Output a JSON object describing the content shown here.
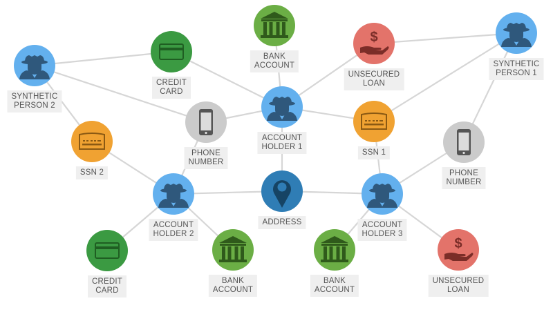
{
  "colors": {
    "edge": "#d6d6d6",
    "person": {
      "fill": "#63b0ee",
      "icon": "#2f587c"
    },
    "address": {
      "fill": "#2f7db5",
      "icon": "#164464"
    },
    "credit_card": {
      "fill": "#3b9a42",
      "icon": "#1f5e22"
    },
    "bank": {
      "fill": "#6bae45",
      "icon": "#2f5a1b"
    },
    "loan": {
      "fill": "#e3736a",
      "icon": "#7b2d28"
    },
    "ssn": {
      "fill": "#f0a232",
      "icon": "#8a5913"
    },
    "phone": {
      "fill": "#cbcbcb",
      "icon": "#555555"
    }
  },
  "nodes": [
    {
      "id": "sp2",
      "type": "person",
      "icon": "spy-icon",
      "label": "SYNTHETIC\nPERSON 2"
    },
    {
      "id": "cc1",
      "type": "credit_card",
      "icon": "credit-card-icon",
      "label": "CREDIT\nCARD"
    },
    {
      "id": "bank1",
      "type": "bank",
      "icon": "bank-icon",
      "label": "BANK\nACCOUNT"
    },
    {
      "id": "loan1",
      "type": "loan",
      "icon": "loan-icon",
      "label": "UNSECURED\nLOAN"
    },
    {
      "id": "sp1",
      "type": "person",
      "icon": "spy-icon",
      "label": "SYNTHETIC\nPERSON 1"
    },
    {
      "id": "phone1",
      "type": "phone",
      "icon": "phone-icon",
      "label": "PHONE\nNUMBER"
    },
    {
      "id": "ah1",
      "type": "person",
      "icon": "spy-icon",
      "label": "ACCOUNT\nHOLDER 1"
    },
    {
      "id": "ssn1",
      "type": "ssn",
      "icon": "ssn-card-icon",
      "label": "SSN 1"
    },
    {
      "id": "ssn2",
      "type": "ssn",
      "icon": "ssn-card-icon",
      "label": "SSN 2"
    },
    {
      "id": "phone2",
      "type": "phone",
      "icon": "phone-icon",
      "label": "PHONE\nNUMBER"
    },
    {
      "id": "ah2",
      "type": "person",
      "icon": "spy-icon",
      "label": "ACCOUNT\nHOLDER 2"
    },
    {
      "id": "addr",
      "type": "address",
      "icon": "map-pin-icon",
      "label": "ADDRESS"
    },
    {
      "id": "ah3",
      "type": "person",
      "icon": "spy-icon",
      "label": "ACCOUNT\nHOLDER 3"
    },
    {
      "id": "cc2",
      "type": "credit_card",
      "icon": "credit-card-icon",
      "label": "CREDIT\nCARD"
    },
    {
      "id": "bank2",
      "type": "bank",
      "icon": "bank-icon",
      "label": "BANK\nACCOUNT"
    },
    {
      "id": "bank3",
      "type": "bank",
      "icon": "bank-icon",
      "label": "BANK\nACCOUNT"
    },
    {
      "id": "loan2",
      "type": "loan",
      "icon": "loan-icon",
      "label": "UNSECURED\nLOAN"
    }
  ],
  "edges": [
    [
      "sp2",
      "cc1"
    ],
    [
      "sp2",
      "phone1"
    ],
    [
      "sp2",
      "ssn2"
    ],
    [
      "cc1",
      "ah1"
    ],
    [
      "bank1",
      "ah1"
    ],
    [
      "loan1",
      "ah1"
    ],
    [
      "loan1",
      "sp1"
    ],
    [
      "sp1",
      "ssn1"
    ],
    [
      "sp1",
      "phone2"
    ],
    [
      "phone1",
      "ah1"
    ],
    [
      "phone1",
      "ah2"
    ],
    [
      "ah1",
      "ssn1"
    ],
    [
      "ah1",
      "addr"
    ],
    [
      "ssn2",
      "ah2"
    ],
    [
      "ah2",
      "addr"
    ],
    [
      "addr",
      "ah3"
    ],
    [
      "ssn1",
      "ah3"
    ],
    [
      "phone2",
      "ah3"
    ],
    [
      "ah2",
      "cc2"
    ],
    [
      "ah2",
      "bank2"
    ],
    [
      "ah3",
      "bank3"
    ],
    [
      "ah3",
      "loan2"
    ]
  ]
}
